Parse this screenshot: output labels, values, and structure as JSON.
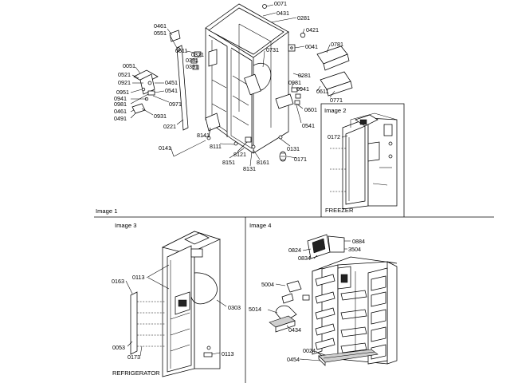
{
  "panels": {
    "image1": {
      "caption": "Image 1",
      "part_labels": [
        {
          "id": "p1_0071",
          "text": "0071"
        },
        {
          "id": "p1_0431",
          "text": "0431"
        },
        {
          "id": "p1_0281a",
          "text": "0281"
        },
        {
          "id": "p1_0421",
          "text": "0421"
        },
        {
          "id": "p1_0461a",
          "text": "0461"
        },
        {
          "id": "p1_0551",
          "text": "0551"
        },
        {
          "id": "p1_0731",
          "text": "0731"
        },
        {
          "id": "p1_0041",
          "text": "0041"
        },
        {
          "id": "p1_0781",
          "text": "0781"
        },
        {
          "id": "p1_0511",
          "text": "0511"
        },
        {
          "id": "p1_0371",
          "text": "0371"
        },
        {
          "id": "p1_0381",
          "text": "0381"
        },
        {
          "id": "p1_0391",
          "text": "0391"
        },
        {
          "id": "p1_0051",
          "text": "0051"
        },
        {
          "id": "p1_0521",
          "text": "0521"
        },
        {
          "id": "p1_0921",
          "text": "0921"
        },
        {
          "id": "p1_0451",
          "text": "0451"
        },
        {
          "id": "p1_0541a",
          "text": "0541"
        },
        {
          "id": "p1_0951",
          "text": "0951"
        },
        {
          "id": "p1_0941a",
          "text": "0941"
        },
        {
          "id": "p1_0981a",
          "text": "0981"
        },
        {
          "id": "p1_0971",
          "text": "0971"
        },
        {
          "id": "p1_0461b",
          "text": "0461"
        },
        {
          "id": "p1_0491",
          "text": "0491"
        },
        {
          "id": "p1_0931",
          "text": "0931"
        },
        {
          "id": "p1_0221",
          "text": "0221"
        },
        {
          "id": "p1_0281b",
          "text": "0281"
        },
        {
          "id": "p1_0981b",
          "text": "0981"
        },
        {
          "id": "p1_0941b",
          "text": "0941"
        },
        {
          "id": "p1_0611",
          "text": "0611"
        },
        {
          "id": "p1_0771",
          "text": "0771"
        },
        {
          "id": "p1_0601",
          "text": "0601"
        },
        {
          "id": "p1_0541b",
          "text": "0541"
        },
        {
          "id": "p1_8141",
          "text": "8141"
        },
        {
          "id": "p1_8111",
          "text": "8111"
        },
        {
          "id": "p1_0141",
          "text": "0141"
        },
        {
          "id": "p1_8121",
          "text": "8121"
        },
        {
          "id": "p1_8151",
          "text": "8151"
        },
        {
          "id": "p1_8161",
          "text": "8161"
        },
        {
          "id": "p1_8131",
          "text": "8131"
        },
        {
          "id": "p1_0131",
          "text": "0131"
        },
        {
          "id": "p1_0171",
          "text": "0171"
        }
      ]
    },
    "image2": {
      "caption": "Image 2",
      "section_title": "FREEZER",
      "part_labels": [
        {
          "id": "p2_0172",
          "text": "0172"
        }
      ]
    },
    "image3": {
      "caption": "Image 3",
      "section_title": "REFRIGERATOR",
      "part_labels": [
        {
          "id": "p3_0163",
          "text": "0163"
        },
        {
          "id": "p3_0113a",
          "text": "0113"
        },
        {
          "id": "p3_0303",
          "text": "0303"
        },
        {
          "id": "p3_0053",
          "text": "0053"
        },
        {
          "id": "p3_0173",
          "text": "0173"
        },
        {
          "id": "p3_0113b",
          "text": "0113"
        }
      ]
    },
    "image4": {
      "caption": "Image 4",
      "part_labels": [
        {
          "id": "p4_0884",
          "text": "0884"
        },
        {
          "id": "p4_0824",
          "text": "0824"
        },
        {
          "id": "p4_3504",
          "text": "3504"
        },
        {
          "id": "p4_0834",
          "text": "0834"
        },
        {
          "id": "p4_5004",
          "text": "5004"
        },
        {
          "id": "p4_5014",
          "text": "5014"
        },
        {
          "id": "p4_0434",
          "text": "0434"
        },
        {
          "id": "p4_0024",
          "text": "0024"
        },
        {
          "id": "p4_0454",
          "text": "0454"
        }
      ]
    }
  }
}
